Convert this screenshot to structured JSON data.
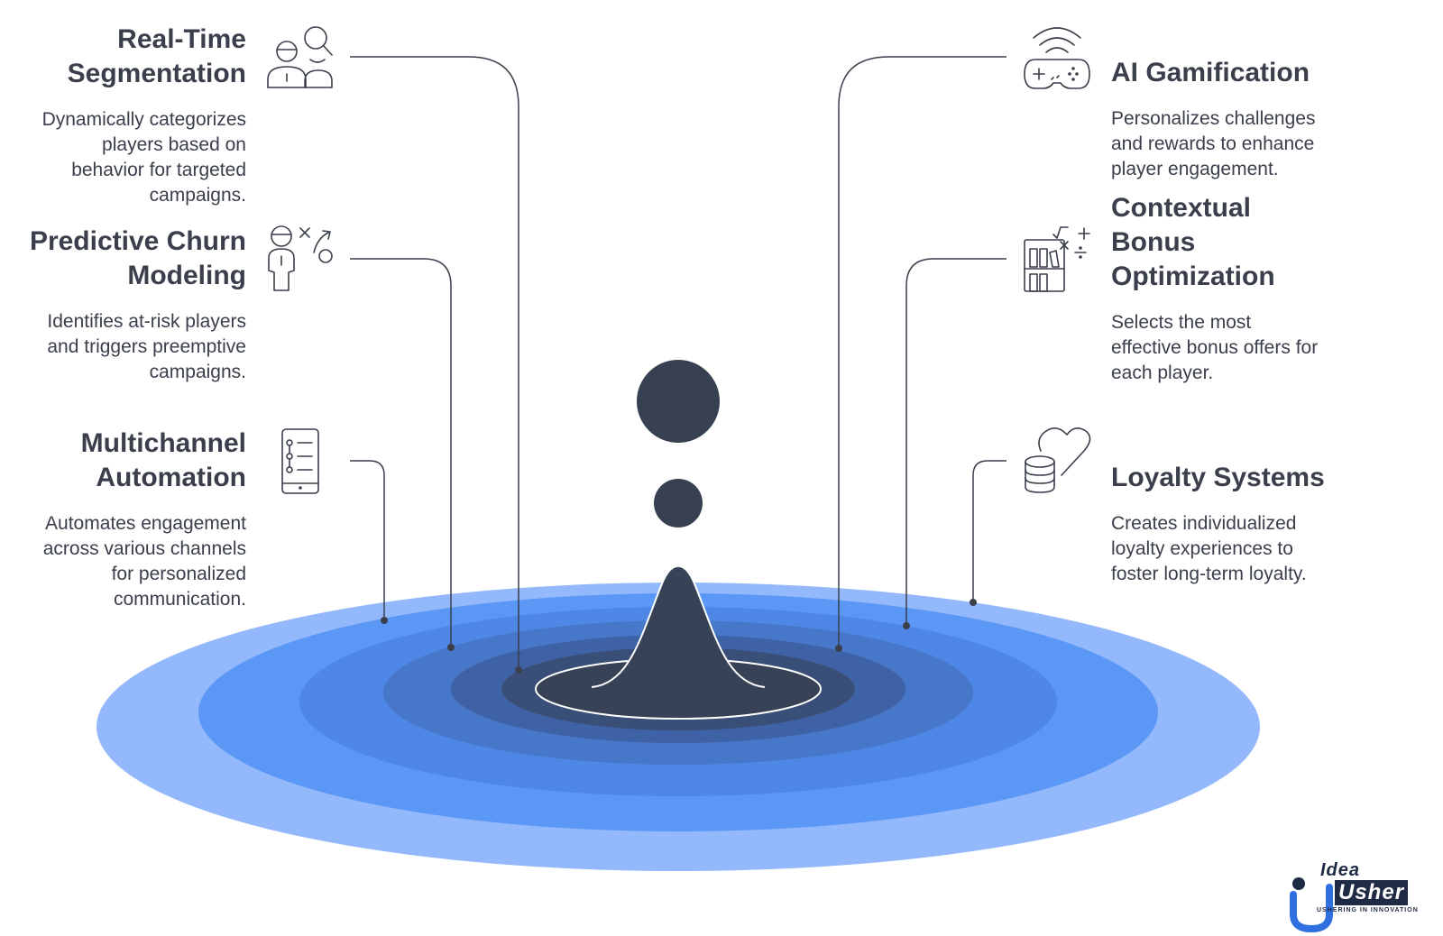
{
  "colors": {
    "text": "#3a3f4b",
    "ripple_outer": "#93b8fb",
    "ripple_mid": "#5b97f5",
    "ripple_deep": "#4a7fd8",
    "ripple_core": "#3b5fa8",
    "drop": "#374151",
    "connector": "#3a3f4b"
  },
  "features": [
    {
      "id": "real-time-segmentation",
      "side": "left",
      "title": "Real-Time\nSegmentation",
      "description": "Dynamically categorizes\nplayers based on\nbehavior for targeted\ncampaigns.",
      "icon": "user-search-icon"
    },
    {
      "id": "predictive-churn-modeling",
      "side": "left",
      "title": "Predictive Churn\nModeling",
      "description": "Identifies at-risk players\nand triggers preemptive\ncampaigns.",
      "icon": "strategy-person-icon"
    },
    {
      "id": "multichannel-automation",
      "side": "left",
      "title": "Multichannel\nAutomation",
      "description": "Automates engagement\nacross various channels\nfor personalized\ncommunication.",
      "icon": "mobile-checklist-icon"
    },
    {
      "id": "ai-gamification",
      "side": "right",
      "title": "AI Gamification",
      "description": "Personalizes challenges\nand rewards to enhance\nplayer engagement.",
      "icon": "wireless-gamepad-icon"
    },
    {
      "id": "contextual-bonus-optimization",
      "side": "right",
      "title": "Contextual\nBonus\nOptimization",
      "description": "Selects the most\neffective bonus offers for\neach player.",
      "icon": "math-calendar-icon"
    },
    {
      "id": "loyalty-systems",
      "side": "right",
      "title": "Loyalty Systems",
      "description": "Creates individualized\nloyalty experiences to\nfoster long-term loyalty.",
      "icon": "coins-heart-icon"
    }
  ],
  "logo": {
    "line1": "Idea",
    "line2": "Usher",
    "tagline": "USHERING IN INNOVATION",
    "color_dark": "#1f2a44",
    "color_accent": "#2f6fe0"
  }
}
